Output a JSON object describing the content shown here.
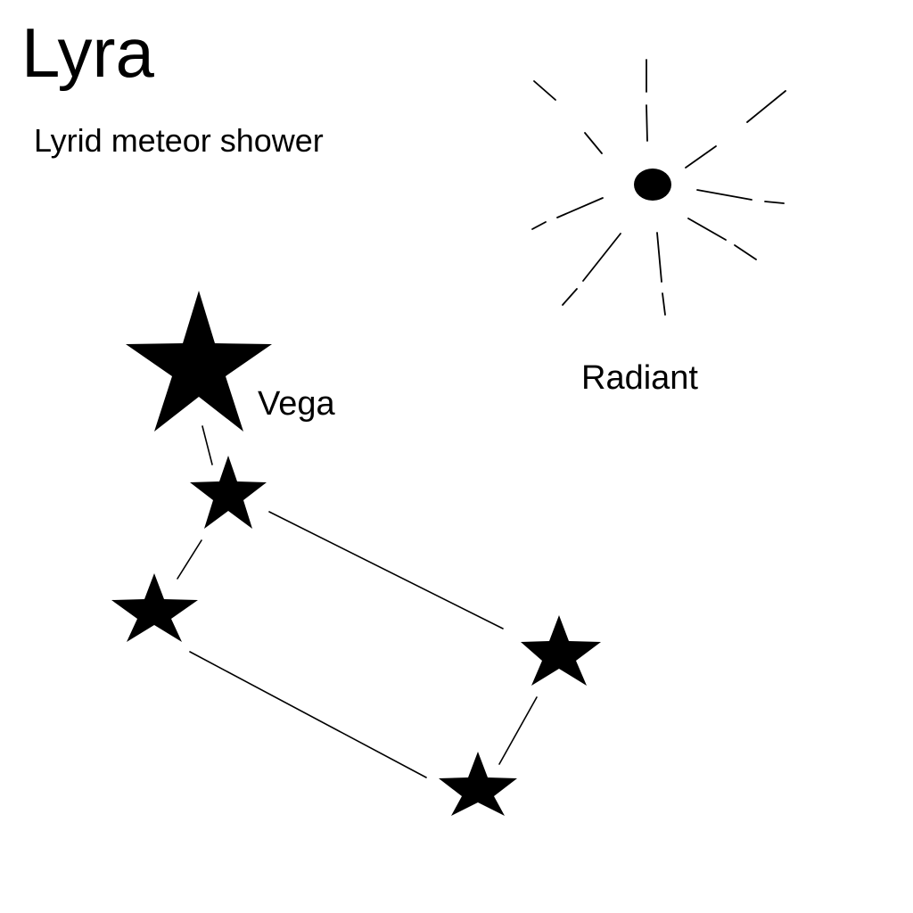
{
  "title": "Lyra",
  "subtitle": "Lyrid meteor shower",
  "labels": {
    "vega": "Vega",
    "radiant": "Radiant"
  },
  "colors": {
    "ink": "#000000",
    "background": "#ffffff"
  }
}
